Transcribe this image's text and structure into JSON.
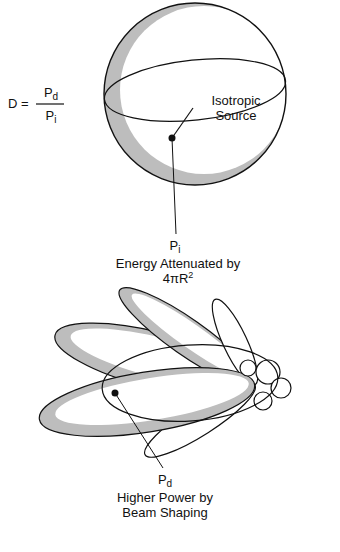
{
  "diagram": {
    "labels": [
      "Isotropic Source",
      "D =",
      "P",
      "d",
      "P",
      "i",
      "P",
      "i",
      "Energy Attenuated by 4πR",
      "2",
      "P",
      "d",
      "Higher Power by Beam Shaping"
    ]
  }
}
